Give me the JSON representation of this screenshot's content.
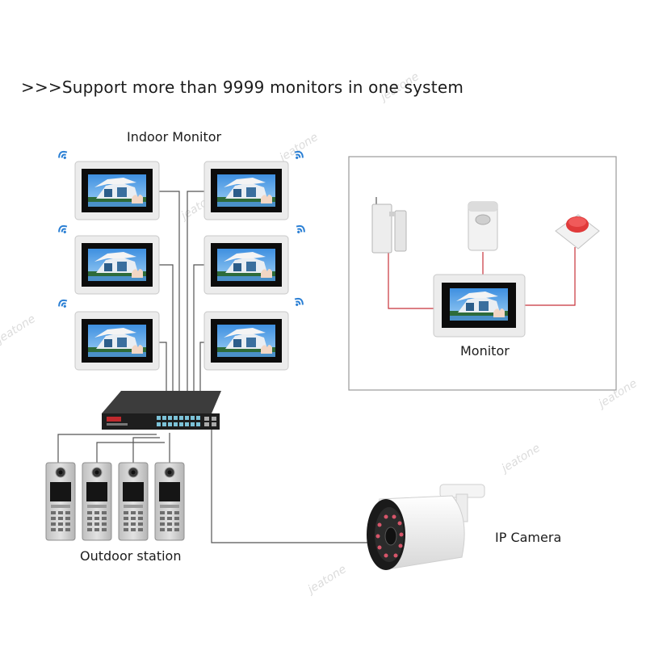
{
  "headline": ">>>Support more than 9999 monitors in one system",
  "labels": {
    "indoor_monitor": "Indoor Monitor",
    "monitor": "Monitor",
    "outdoor_station": "Outdoor station",
    "ip_camera": "IP Camera"
  },
  "watermark": "jeatone",
  "colors": {
    "cable": "#555555",
    "alarm_wire": "#c8323a",
    "wifi": "#2a7fd4",
    "panel_border": "#9a9a9a",
    "monitor_frame": "#e8e8e8",
    "alarm_button": "#e03a3a"
  },
  "icons": [
    "wifi-icon",
    "door-sensor-icon",
    "pir-sensor-icon",
    "emergency-button-icon",
    "poe-switch-icon",
    "doorbell-panel-icon",
    "bullet-camera-icon"
  ]
}
